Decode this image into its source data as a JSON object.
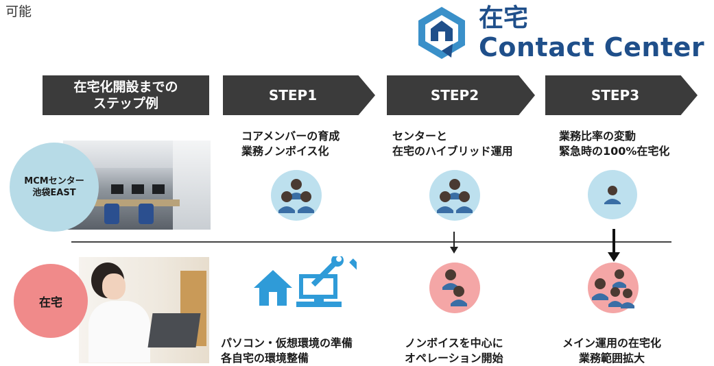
{
  "top_fragment": "可能",
  "logo": {
    "jp": "在宅",
    "en": "Contact Center"
  },
  "steps": {
    "intro": [
      "在宅化開設までの",
      "ステップ例"
    ],
    "step1": "STEP1",
    "step2": "STEP2",
    "step3": "STEP3"
  },
  "center_row": {
    "label_lines": [
      "MCMセンター",
      "池袋EAST"
    ],
    "step1_desc": [
      "コアメンバーの育成",
      "業務ノンボイス化"
    ],
    "step2_desc": [
      "センターと",
      "在宅のハイブリッド運用"
    ],
    "step3_desc": [
      "業務比率の変動",
      "緊急時の100%在宅化"
    ]
  },
  "home_row": {
    "label": "在宅",
    "step1_desc": [
      "パソコン・仮想環境の準備",
      "各自宅の環境整備"
    ],
    "step2_desc": [
      "ノンボイスを中心に",
      "オペレーション開始"
    ],
    "step3_desc": [
      "メイン運用の在宅化",
      "業務範囲拡大"
    ]
  },
  "colors": {
    "step_fill": "#3b3b3b",
    "center_circle": "#b7dbe7",
    "home_circle": "#f08a8a",
    "icon_blue": "#2f9bd8",
    "logo_blue": "#1f4f8a"
  },
  "icons": [
    "house-icon",
    "computer-tools-icon",
    "operator-group-icon",
    "operator-icon",
    "down-arrow-icon"
  ]
}
